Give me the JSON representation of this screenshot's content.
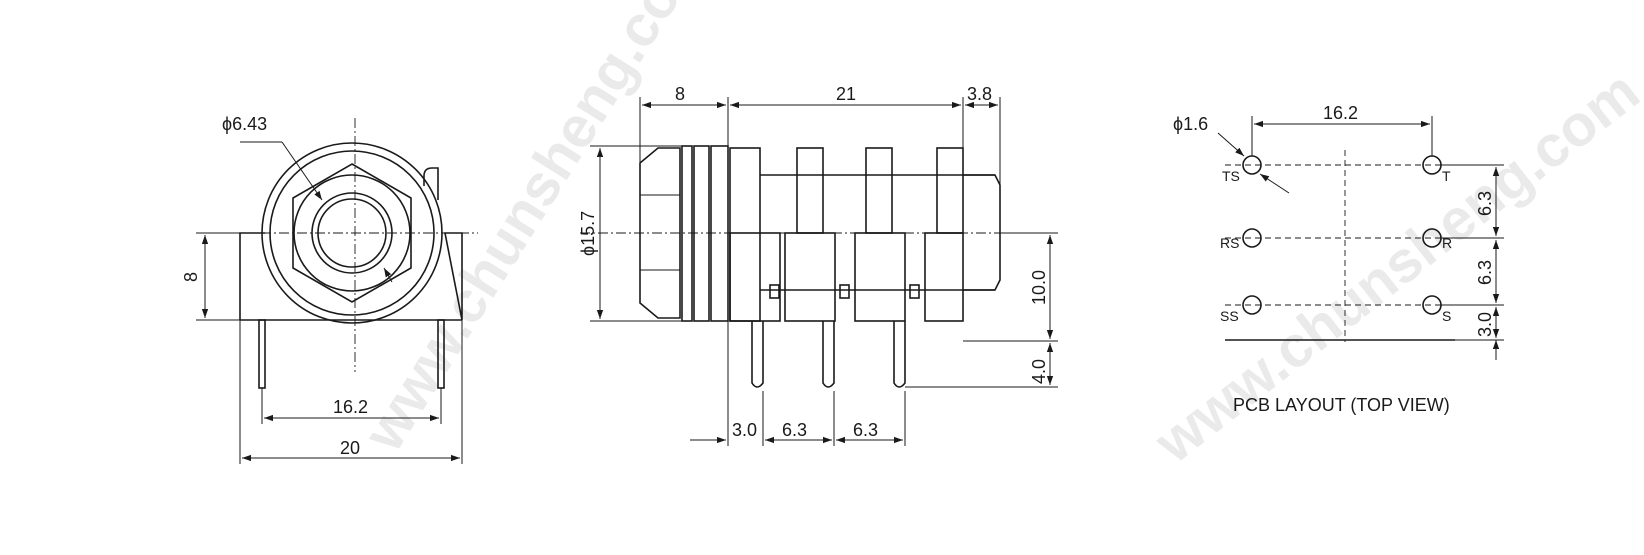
{
  "watermark": "www.chunsheng.com",
  "front_view": {
    "dia_label": "ϕ6.43",
    "height_label": "8",
    "pin_span_label": "16.2",
    "width_label": "20"
  },
  "side_view": {
    "top_dims": [
      "8",
      "21",
      "3.8"
    ],
    "dia_label": "ϕ15.7",
    "height_label": "10.0",
    "pin_len_label": "4.0",
    "bottom_dims": [
      "3.0",
      "6.3",
      "6.3"
    ]
  },
  "pcb_layout": {
    "caption": "PCB LAYOUT (TOP VIEW)",
    "hole_label": "ϕ1.6",
    "width_label": "16.2",
    "right_dims": [
      "6.3",
      "6.3",
      "3.0"
    ],
    "pins": [
      "TS",
      "T",
      "RS",
      "R",
      "SS",
      "S"
    ]
  }
}
